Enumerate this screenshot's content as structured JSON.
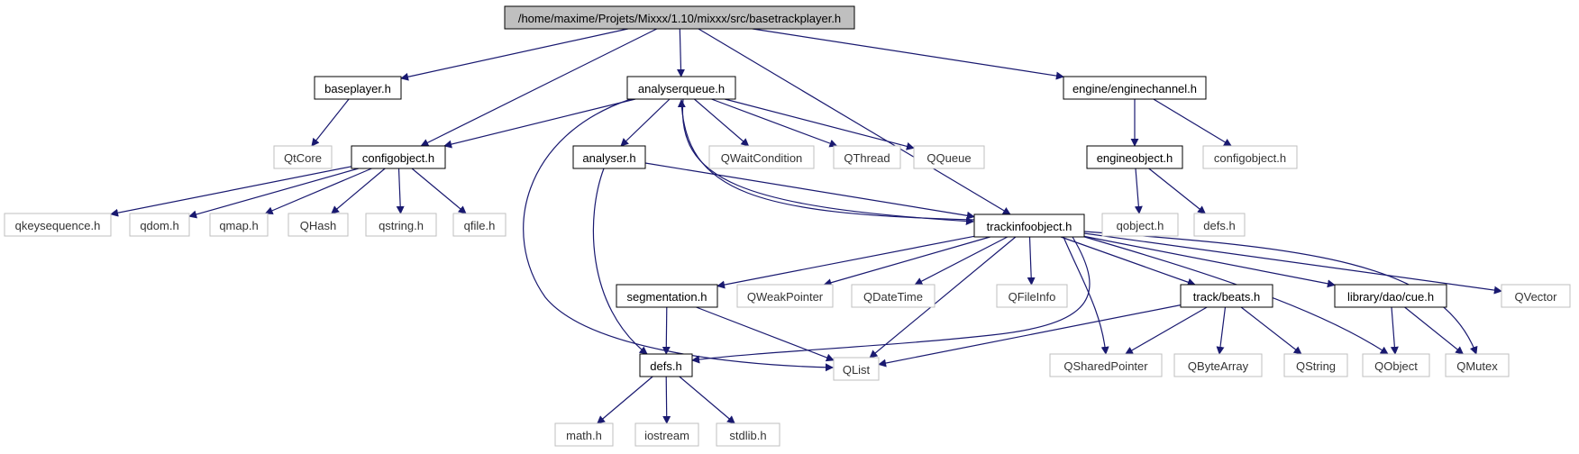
{
  "colors": {
    "edge": "#191970",
    "box_border": "#000000",
    "box_border_external": "#bfbfbf",
    "root_fill": "#bfbfbf",
    "box_fill": "#ffffff",
    "text_main": "#000000",
    "text_external": "#333333"
  },
  "diagram": {
    "nodes": [
      {
        "id": "root",
        "label": "/home/maxime/Projets/Mixxx/1.10/mixxx/src/basetrackplayer.h",
        "kind": "root"
      },
      {
        "id": "baseplayer",
        "label": "baseplayer.h",
        "kind": "documented"
      },
      {
        "id": "analyserqueue",
        "label": "analyserqueue.h",
        "kind": "documented"
      },
      {
        "id": "enginechannel",
        "label": "engine/enginechannel.h",
        "kind": "documented"
      },
      {
        "id": "qtcore",
        "label": "QtCore",
        "kind": "external"
      },
      {
        "id": "configobject",
        "label": "configobject.h",
        "kind": "documented"
      },
      {
        "id": "analyser",
        "label": "analyser.h",
        "kind": "documented"
      },
      {
        "id": "qwaitcondition",
        "label": "QWaitCondition",
        "kind": "external"
      },
      {
        "id": "qthread",
        "label": "QThread",
        "kind": "external"
      },
      {
        "id": "qqueue",
        "label": "QQueue",
        "kind": "external"
      },
      {
        "id": "engineobject",
        "label": "engineobject.h",
        "kind": "documented"
      },
      {
        "id": "configobject2",
        "label": "configobject.h",
        "kind": "external"
      },
      {
        "id": "qkeysequence",
        "label": "qkeysequence.h",
        "kind": "external"
      },
      {
        "id": "qdom",
        "label": "qdom.h",
        "kind": "external"
      },
      {
        "id": "qmap",
        "label": "qmap.h",
        "kind": "external"
      },
      {
        "id": "qhash",
        "label": "QHash",
        "kind": "external"
      },
      {
        "id": "qstringh",
        "label": "qstring.h",
        "kind": "external"
      },
      {
        "id": "qfile",
        "label": "qfile.h",
        "kind": "external"
      },
      {
        "id": "trackinfoobject",
        "label": "trackinfoobject.h",
        "kind": "documented"
      },
      {
        "id": "qobjecth",
        "label": "qobject.h",
        "kind": "external"
      },
      {
        "id": "defs2",
        "label": "defs.h",
        "kind": "external"
      },
      {
        "id": "segmentation",
        "label": "segmentation.h",
        "kind": "documented"
      },
      {
        "id": "qweakpointer",
        "label": "QWeakPointer",
        "kind": "external"
      },
      {
        "id": "qdatetime",
        "label": "QDateTime",
        "kind": "external"
      },
      {
        "id": "qfileinfo",
        "label": "QFileInfo",
        "kind": "external"
      },
      {
        "id": "trackbeats",
        "label": "track/beats.h",
        "kind": "documented"
      },
      {
        "id": "cue",
        "label": "library/dao/cue.h",
        "kind": "documented"
      },
      {
        "id": "qvector",
        "label": "QVector",
        "kind": "external"
      },
      {
        "id": "defs",
        "label": "defs.h",
        "kind": "documented"
      },
      {
        "id": "qlist",
        "label": "QList",
        "kind": "external"
      },
      {
        "id": "qsharedpointer",
        "label": "QSharedPointer",
        "kind": "external"
      },
      {
        "id": "qbytearray",
        "label": "QByteArray",
        "kind": "external"
      },
      {
        "id": "qstring",
        "label": "QString",
        "kind": "external"
      },
      {
        "id": "qobject",
        "label": "QObject",
        "kind": "external"
      },
      {
        "id": "qmutex",
        "label": "QMutex",
        "kind": "external"
      },
      {
        "id": "math",
        "label": "math.h",
        "kind": "external"
      },
      {
        "id": "iostream",
        "label": "iostream",
        "kind": "external"
      },
      {
        "id": "stdlib",
        "label": "stdlib.h",
        "kind": "external"
      }
    ],
    "edges": [
      [
        "root",
        "baseplayer"
      ],
      [
        "root",
        "configobject"
      ],
      [
        "root",
        "analyserqueue"
      ],
      [
        "root",
        "trackinfoobject"
      ],
      [
        "root",
        "enginechannel"
      ],
      [
        "baseplayer",
        "qtcore"
      ],
      [
        "analyserqueue",
        "configobject"
      ],
      [
        "analyserqueue",
        "analyser"
      ],
      [
        "analyserqueue",
        "qwaitcondition"
      ],
      [
        "analyserqueue",
        "qthread"
      ],
      [
        "analyserqueue",
        "qqueue"
      ],
      [
        "analyserqueue",
        "trackinfoobject"
      ],
      [
        "analyserqueue",
        "qlist"
      ],
      [
        "enginechannel",
        "engineobject"
      ],
      [
        "enginechannel",
        "configobject2"
      ],
      [
        "engineobject",
        "qobjecth"
      ],
      [
        "engineobject",
        "defs2"
      ],
      [
        "configobject",
        "qkeysequence"
      ],
      [
        "configobject",
        "qdom"
      ],
      [
        "configobject",
        "qmap"
      ],
      [
        "configobject",
        "qhash"
      ],
      [
        "configobject",
        "qstringh"
      ],
      [
        "configobject",
        "qfile"
      ],
      [
        "analyser",
        "trackinfoobject"
      ],
      [
        "analyser",
        "defs"
      ],
      [
        "trackinfoobject",
        "analyserqueue"
      ],
      [
        "trackinfoobject",
        "segmentation"
      ],
      [
        "trackinfoobject",
        "qweakpointer"
      ],
      [
        "trackinfoobject",
        "qdatetime"
      ],
      [
        "trackinfoobject",
        "qfileinfo"
      ],
      [
        "trackinfoobject",
        "qlist"
      ],
      [
        "trackinfoobject",
        "defs"
      ],
      [
        "trackinfoobject",
        "qsharedpointer"
      ],
      [
        "trackinfoobject",
        "trackbeats"
      ],
      [
        "trackinfoobject",
        "qobject"
      ],
      [
        "trackinfoobject",
        "cue"
      ],
      [
        "trackinfoobject",
        "qmutex"
      ],
      [
        "trackinfoobject",
        "qvector"
      ],
      [
        "segmentation",
        "defs"
      ],
      [
        "segmentation",
        "qlist"
      ],
      [
        "trackbeats",
        "qsharedpointer"
      ],
      [
        "trackbeats",
        "qbytearray"
      ],
      [
        "trackbeats",
        "qstring"
      ],
      [
        "trackbeats",
        "qlist"
      ],
      [
        "cue",
        "qobject"
      ],
      [
        "cue",
        "qmutex"
      ],
      [
        "defs",
        "math"
      ],
      [
        "defs",
        "iostream"
      ],
      [
        "defs",
        "stdlib"
      ]
    ]
  }
}
